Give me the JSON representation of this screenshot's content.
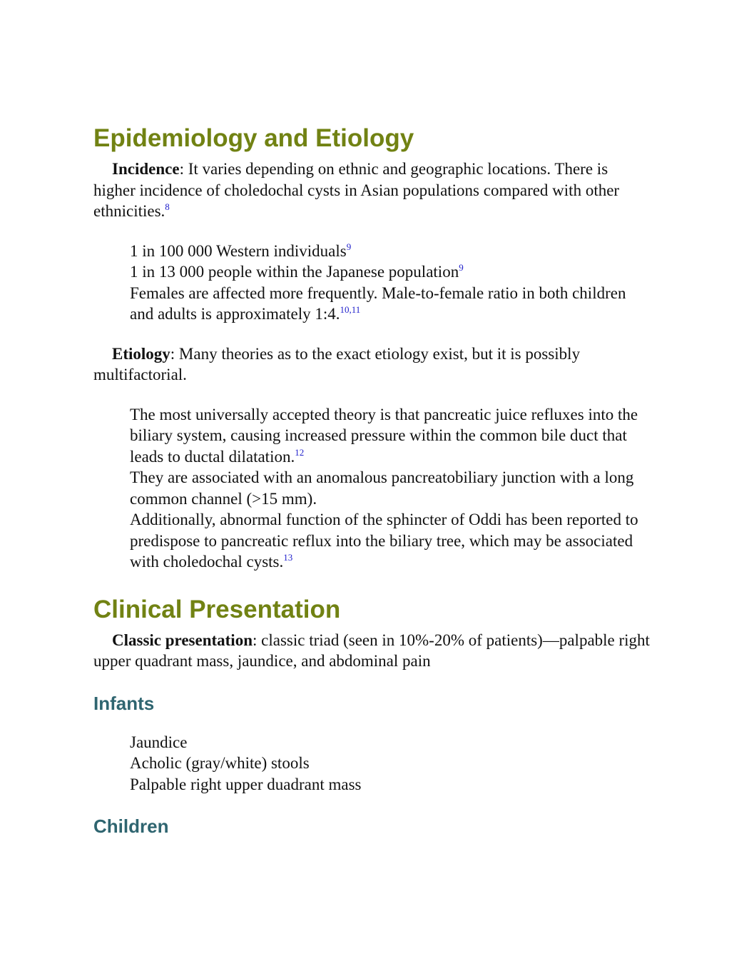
{
  "sections": {
    "epidemiology": {
      "heading": "Epidemiology and Etiology",
      "incidence": {
        "label": "Incidence",
        "text": ": It varies depending on ethnic and geographic locations. There is higher incidence of choledochal cysts in Asian populations compared with other ethnicities.",
        "ref": "8"
      },
      "incidence_items": [
        {
          "text": "1 in 100 000 Western individuals",
          "ref": "9"
        },
        {
          "text": "1 in 13 000 people within the Japanese population",
          "ref": "9"
        },
        {
          "text": "Females are affected more frequently. Male-to-female ratio in both children and adults is approximately 1:4.",
          "ref": "10,11"
        }
      ],
      "etiology": {
        "label": "Etiology",
        "text": ": Many theories as to the exact etiology exist, but it is possibly multifactorial."
      },
      "etiology_items": [
        {
          "text": "The most universally accepted theory is that pancreatic juice refluxes into the biliary system, causing increased pressure within the common bile duct that leads to ductal dilatation.",
          "ref": "12"
        },
        {
          "text": "They are associated with an anomalous pancreatobiliary junction with a long common channel (>15 mm).",
          "ref": ""
        },
        {
          "text": "Additionally, abnormal function of the sphincter of Oddi has been reported to predispose to pancreatic reflux into the biliary tree, which may be associated with choledochal cysts.",
          "ref": "13"
        }
      ]
    },
    "clinical": {
      "heading": "Clinical Presentation",
      "classic": {
        "label": "Classic presentation",
        "text": ": classic triad (seen in 10%-20% of patients)—palpable right upper quadrant mass, jaundice, and abdominal pain"
      },
      "infants": {
        "heading": "Infants",
        "items": [
          "Jaundice",
          "Acholic (gray/white) stools",
          "Palpable right upper duadrant mass"
        ]
      },
      "children": {
        "heading": "Children"
      }
    }
  },
  "colors": {
    "h1": "#718213",
    "h2": "#2f6570",
    "reference_link": "#2222cc"
  }
}
